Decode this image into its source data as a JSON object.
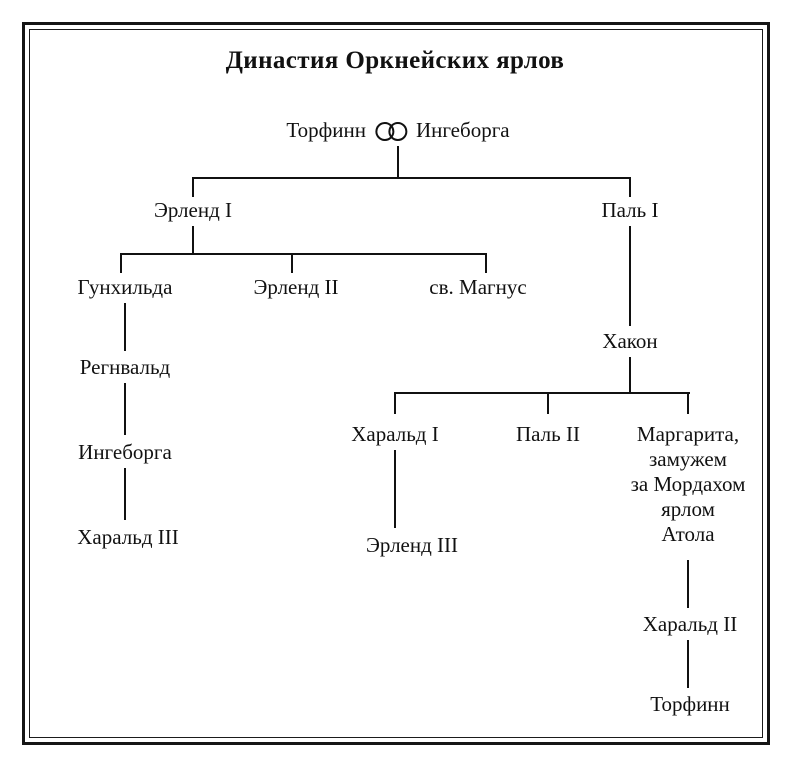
{
  "document": {
    "title": "Династия Оркнейских ярлов",
    "language": "ru",
    "background_color": "#ffffff",
    "ink_color": "#111111"
  },
  "frame": {
    "style": "double-rule-border",
    "outer_color": "#151515",
    "inner_color": "#1b1b1b"
  },
  "genealogy": {
    "root_couple": {
      "spouse_left": "Торфинн",
      "marriage_symbol": "marriage-rings-icon",
      "spouse_right": "Ингеборга"
    },
    "nodes": [
      {
        "id": "erlend1",
        "label": "Эрленд I"
      },
      {
        "id": "pal1",
        "label": "Паль I"
      },
      {
        "id": "gunhilda",
        "label": "Гунхильда"
      },
      {
        "id": "erlend2",
        "label": "Эрленд II"
      },
      {
        "id": "magnus",
        "label": "св. Магнус"
      },
      {
        "id": "regnvald",
        "label": "Регнвальд"
      },
      {
        "id": "ingeborga2",
        "label": "Ингеборга"
      },
      {
        "id": "harald3",
        "label": "Харальд III"
      },
      {
        "id": "hakon",
        "label": "Хакон"
      },
      {
        "id": "harald1",
        "label": "Харальд I"
      },
      {
        "id": "pal2",
        "label": "Паль II"
      },
      {
        "id": "erlend3",
        "label": "Эрленд III"
      },
      {
        "id": "harald2",
        "label": "Харальд II"
      },
      {
        "id": "torfinn2",
        "label": "Торфинн"
      }
    ],
    "margarita": {
      "line1": "Маргарита,",
      "line2": "замужем",
      "line3": "за Мордахом",
      "line4": "ярлом",
      "line5": "Атола"
    }
  }
}
